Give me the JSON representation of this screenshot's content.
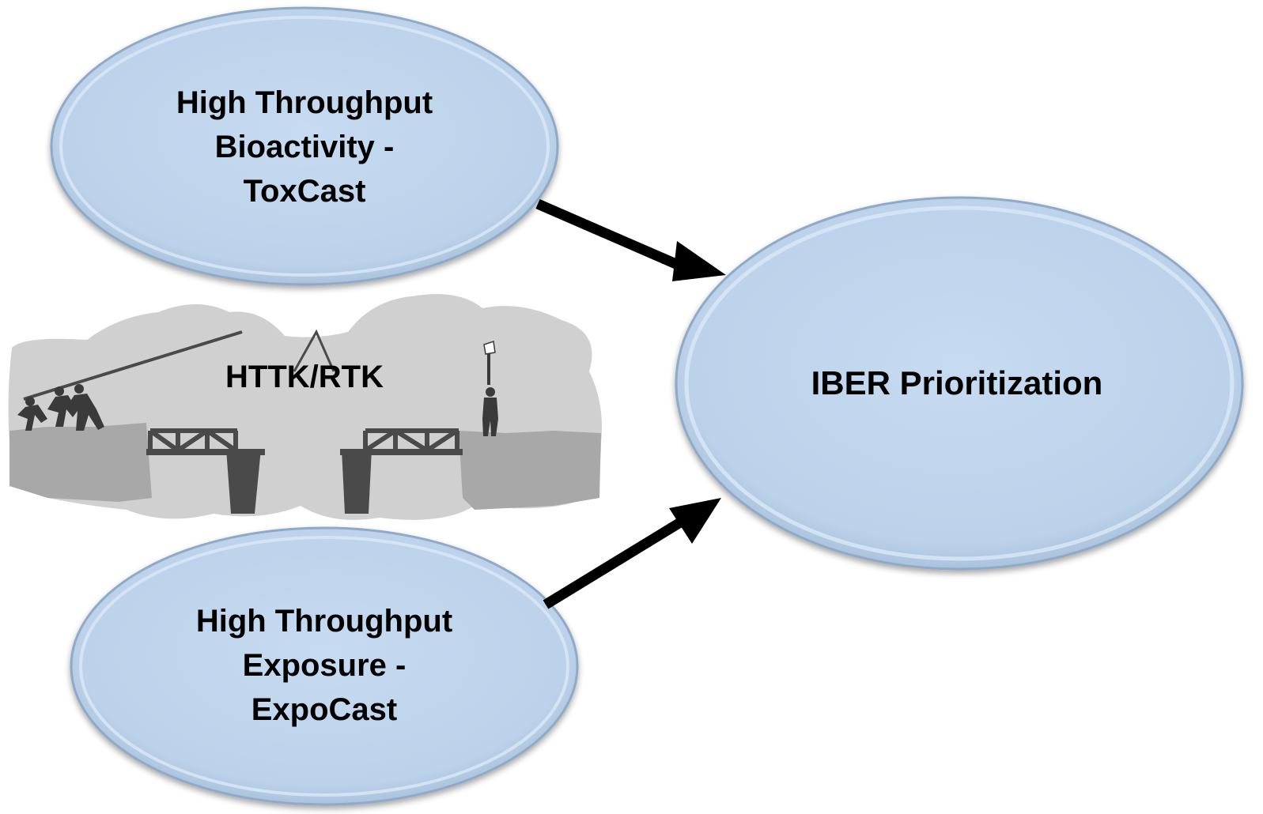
{
  "nodes": {
    "bioactivity": {
      "lines": [
        "High Throughput",
        "Bioactivity -",
        "ToxCast"
      ]
    },
    "exposure": {
      "lines": [
        "High Throughput",
        "Exposure -",
        "ExpoCast"
      ]
    },
    "prioritization": {
      "label": "IBER Prioritization"
    },
    "bridge": {
      "label": "HTTK/RTK",
      "illustration": "broken-bridge-clipart"
    }
  },
  "edges": [
    {
      "from": "High Throughput Bioactivity - ToxCast",
      "to": "IBER Prioritization"
    },
    {
      "from": "High Throughput Exposure - ExpoCast",
      "to": "IBER Prioritization"
    }
  ],
  "colors": {
    "ellipse_fill": "#c0d5ec",
    "ellipse_edge": "#8fa9c7",
    "arrow": "#000000",
    "clipart_light": "#d0d0d0",
    "clipart_mid": "#a8a8a8",
    "clipart_dark": "#4a4a4a"
  }
}
